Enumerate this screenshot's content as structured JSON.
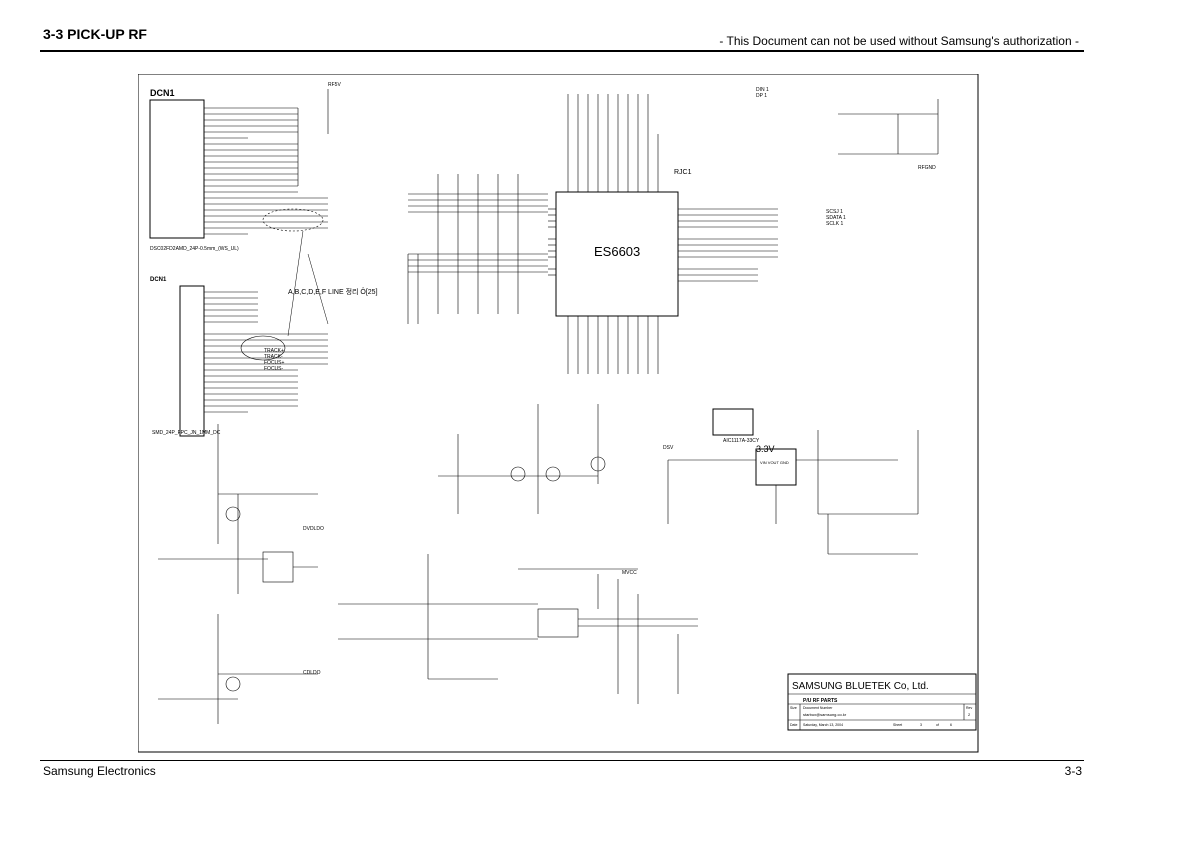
{
  "header": {
    "section_title": "3-3 PICK-UP RF",
    "notice": "- This Document can not be used without Samsung's authorization -"
  },
  "footer": {
    "company": "Samsung Electronics",
    "page": "3-3"
  },
  "schematic": {
    "connector1_name": "DCN1",
    "connector1_part": "DSC02FD2AMD_24P-0.5mm_(WS_UL)",
    "connector2_name": "DCN1",
    "connector2_part": "SMD_24P_FPC_JN_1MM_DC",
    "chip_name": "ES6603",
    "chip_ref": "RJC1",
    "regulator_label": "3.3V",
    "regulator_part": "AIC1117A-33CY",
    "regulator_pins": "VIN VOUT GND",
    "line_note": "A,B,C,D,E,F LINE 정리 Ô[25]",
    "track_focus_signals": [
      "TRACK+",
      "TRACK-",
      "FOCUS+",
      "FOCUS-"
    ],
    "out_signals_top": [
      "DIN 1",
      "DP 1"
    ],
    "out_signals_right": [
      "SCSJ 1",
      "SDATA 1",
      "SCLK 1"
    ],
    "power_labels": [
      "RF5V",
      "DSV",
      "MVCC",
      "DVDLDO",
      "CDLDO",
      "RFGND"
    ]
  },
  "title_block": {
    "company": "SAMSUNG BLUETEK Co, Ltd.",
    "title": "P/U RF PARTS",
    "doc_label": "Document Number",
    "doc_number": "starbux@samsung.co.kr",
    "size_label": "Size",
    "rev_label": "Rev",
    "rev": "2",
    "date_label": "Date",
    "date": "Saturday, March 13, 2004",
    "sheet_label": "Sheet",
    "sheet": "3",
    "of_label": "of",
    "of": "6"
  }
}
